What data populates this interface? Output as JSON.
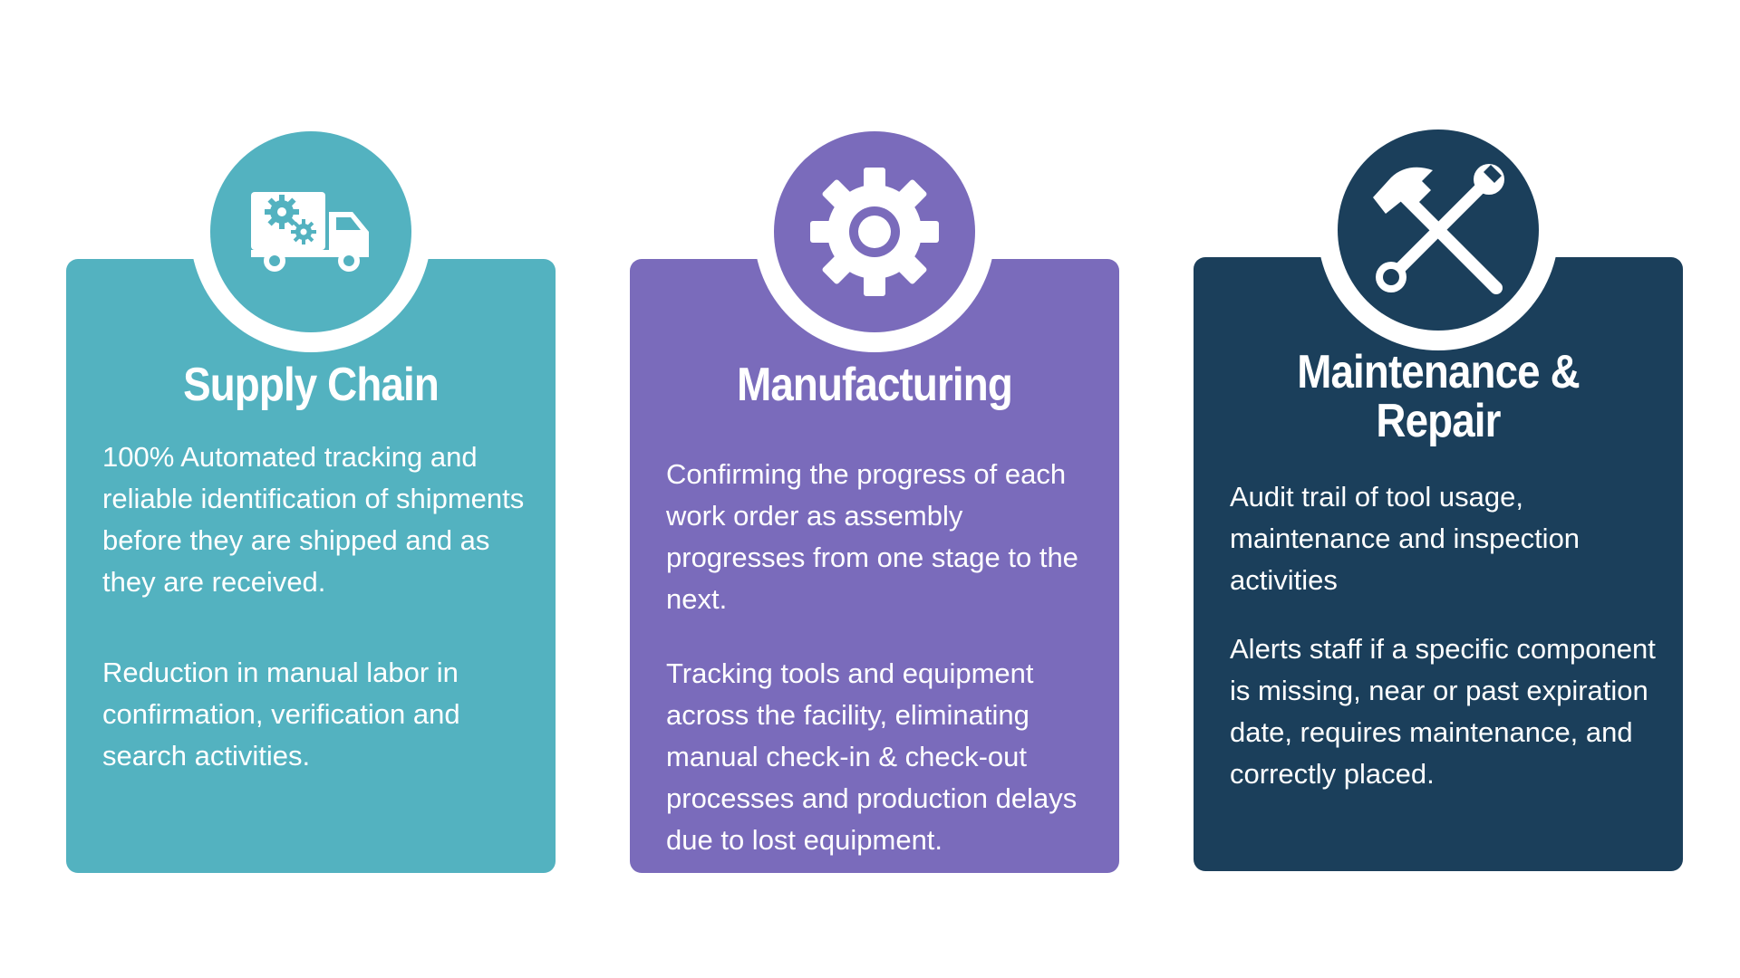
{
  "cards": [
    {
      "title": "Supply Chain",
      "icon": "delivery-truck-icon",
      "color": "#53b2c0",
      "paragraphs": [
        "100% Automated tracking and reliable identification of shipments before they are shipped and as they are received.",
        "Reduction in manual labor in confirmation, verification and search activities."
      ]
    },
    {
      "title": "Manufacturing",
      "icon": "gear-icon",
      "color": "#7a6bbb",
      "paragraphs": [
        "Confirming the progress of each work order as assembly progresses from one stage to the next.",
        "Tracking tools and equipment across the facility, eliminating manual check-in & check-out processes and production delays due to lost equipment."
      ]
    },
    {
      "title": "Maintenance & Repair",
      "icon": "hammer-wrench-icon",
      "color": "#1b3f5b",
      "paragraphs": [
        "Audit trail of tool usage, maintenance and inspection activities",
        "Alerts staff if a specific component is missing, near or past expiration date, requires maintenance, and correctly placed."
      ]
    }
  ]
}
